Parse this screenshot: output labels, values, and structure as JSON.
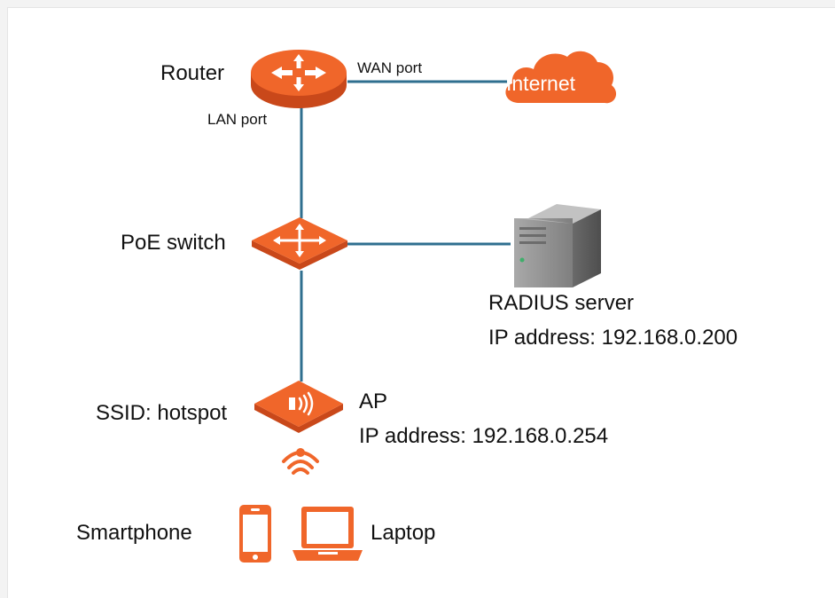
{
  "diagram": {
    "colors": {
      "device_orange": "#f0662a",
      "device_dark": "#c9481a",
      "link_blue": "#2f6f8f",
      "server_gray": "#8f8f8f",
      "text": "#111111"
    },
    "nodes": {
      "router": {
        "label": "Router",
        "icon": "router-icon"
      },
      "internet": {
        "label": "Internet",
        "icon": "cloud-icon"
      },
      "poe_switch": {
        "label": "PoE switch",
        "icon": "switch-icon"
      },
      "radius_server": {
        "label": "RADIUS server",
        "ip": "IP address: 192.168.0.200",
        "icon": "server-icon"
      },
      "ap": {
        "label": "AP",
        "ip": "IP address: 192.168.0.254",
        "ssid": "SSID: hotspot",
        "icon": "access-point-icon"
      },
      "smartphone": {
        "label": "Smartphone",
        "icon": "smartphone-icon"
      },
      "laptop": {
        "label": "Laptop",
        "icon": "laptop-icon"
      }
    },
    "ports": {
      "wan": "WAN port",
      "lan": "LAN port"
    }
  }
}
